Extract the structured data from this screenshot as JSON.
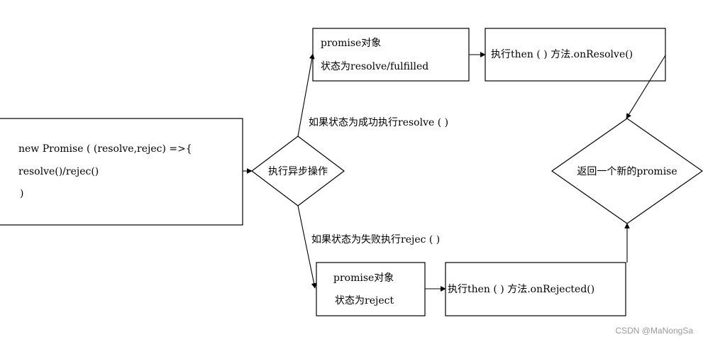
{
  "start_box": {
    "line1": "new Promise ( (resolve,rejec) =>{",
    "line2": "resolve()/rejec()",
    "line3": ")"
  },
  "async_diamond": {
    "label": "执行异步操作"
  },
  "success_label": "如果状态为成功执行resolve ( )",
  "fail_label": "如果状态为失败执行rejec ( )",
  "fulfilled_box": {
    "line1": "promise对象",
    "line2": "状态为resolve/fulfilled"
  },
  "rejected_box": {
    "line1": "promise对象",
    "line2": "状态为reject"
  },
  "then_resolve_box": {
    "label": "执行then ( ) 方法.onResolve()"
  },
  "then_reject_box": {
    "label": "执行then ( ) 方法.onRejected()"
  },
  "new_promise_diamond": {
    "label": "返回一个新的promise"
  },
  "watermark": "CSDN @MaNongSa"
}
